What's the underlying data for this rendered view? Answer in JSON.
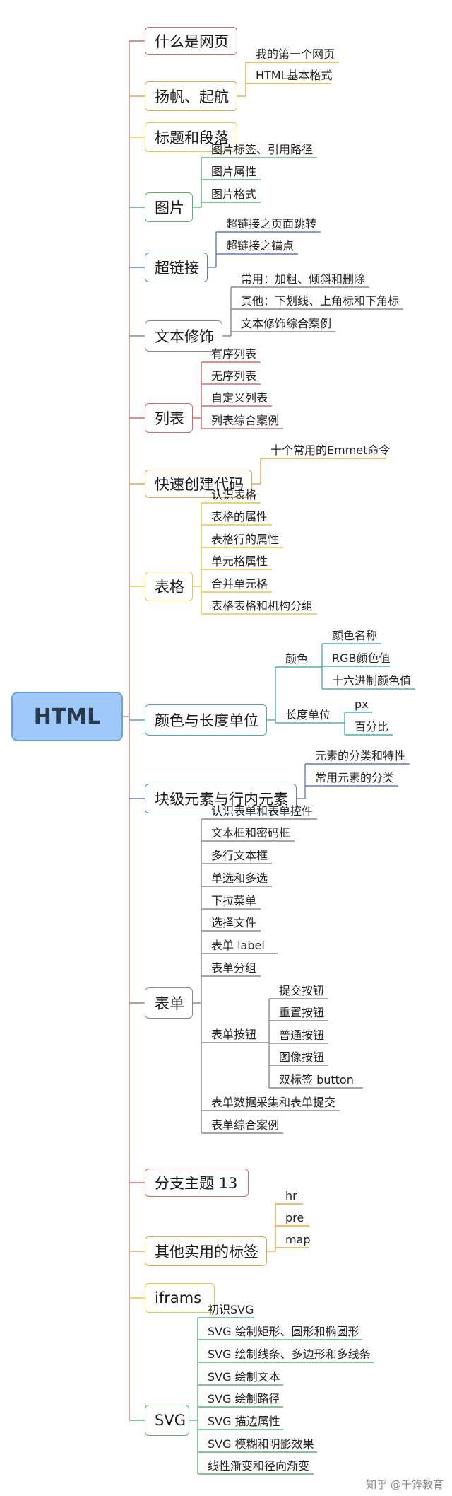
{
  "root": {
    "label": "HTML"
  },
  "watermark": "知乎 @千锋教育",
  "colors": {
    "root_fill": "#9fc9f8",
    "root_border": "#6f9fd8",
    "red": "#d46a6a",
    "orange": "#e8a64c",
    "yellow": "#e3c94a",
    "green": "#5fae76",
    "blue": "#5a7fb8",
    "teal": "#4bb0a8",
    "gray": "#8a8a8a"
  },
  "topics": [
    {
      "label": "什么是网页",
      "color": "red",
      "children": []
    },
    {
      "label": "扬帆、起航",
      "color": "orange",
      "children": [
        {
          "label": "我的第一个网页"
        },
        {
          "label": "HTML基本格式"
        }
      ]
    },
    {
      "label": "标题和段落",
      "color": "yellow",
      "children": []
    },
    {
      "label": "图片",
      "color": "green",
      "children": [
        {
          "label": "图片标签、引用路径"
        },
        {
          "label": "图片属性"
        },
        {
          "label": "图片格式"
        }
      ]
    },
    {
      "label": "超链接",
      "color": "blue",
      "children": [
        {
          "label": "超链接之页面跳转"
        },
        {
          "label": "超链接之锚点"
        }
      ]
    },
    {
      "label": "文本修饰",
      "color": "gray",
      "children": [
        {
          "label": "常用：加粗、倾斜和删除"
        },
        {
          "label": "其他：下划线、上角标和下角标"
        },
        {
          "label": "文本修饰综合案例"
        }
      ]
    },
    {
      "label": "列表",
      "color": "red",
      "children": [
        {
          "label": "有序列表"
        },
        {
          "label": "无序列表"
        },
        {
          "label": "自定义列表"
        },
        {
          "label": "列表综合案例"
        }
      ]
    },
    {
      "label": "快速创建代码",
      "color": "orange",
      "children": [
        {
          "label": "十个常用的Emmet命令"
        }
      ]
    },
    {
      "label": "表格",
      "color": "yellow",
      "children": [
        {
          "label": "认识表格"
        },
        {
          "label": "表格的属性"
        },
        {
          "label": "表格行的属性"
        },
        {
          "label": "单元格属性"
        },
        {
          "label": "合并单元格"
        },
        {
          "label": "表格表格和机构分组"
        }
      ]
    },
    {
      "label": "颜色与长度单位",
      "color": "teal",
      "children": [
        {
          "label": "颜色",
          "children": [
            {
              "label": "颜色名称"
            },
            {
              "label": "RGB颜色值"
            },
            {
              "label": "十六进制颜色值"
            }
          ]
        },
        {
          "label": "长度单位",
          "children": [
            {
              "label": "px"
            },
            {
              "label": "百分比"
            }
          ]
        }
      ]
    },
    {
      "label": "块级元素与行内元素",
      "color": "blue",
      "children": [
        {
          "label": "元素的分类和特性"
        },
        {
          "label": "常用元素的分类"
        }
      ]
    },
    {
      "label": "表单",
      "color": "gray",
      "children": [
        {
          "label": "认识表单和表单控件"
        },
        {
          "label": "文本框和密码框"
        },
        {
          "label": "多行文本框"
        },
        {
          "label": "单选和多选"
        },
        {
          "label": "下拉菜单"
        },
        {
          "label": "选择文件"
        },
        {
          "label": "表单 label"
        },
        {
          "label": "表单分组"
        },
        {
          "label": "表单按钮",
          "children": [
            {
              "label": "提交按钮"
            },
            {
              "label": "重置按钮"
            },
            {
              "label": "普通按钮"
            },
            {
              "label": "图像按钮"
            },
            {
              "label": "双标签 button"
            }
          ]
        },
        {
          "label": "表单数据采集和表单提交"
        },
        {
          "label": "表单综合案例"
        }
      ]
    },
    {
      "label": "分支主题 13",
      "color": "red",
      "children": []
    },
    {
      "label": "其他实用的标签",
      "color": "orange",
      "children": [
        {
          "label": "hr"
        },
        {
          "label": "pre"
        },
        {
          "label": "map"
        }
      ]
    },
    {
      "label": "iframs",
      "color": "yellow",
      "children": []
    },
    {
      "label": "SVG",
      "color": "green",
      "children": [
        {
          "label": "初识SVG"
        },
        {
          "label": "SVG 绘制矩形、圆形和椭圆形"
        },
        {
          "label": "SVG 绘制线条、多边形和多线条"
        },
        {
          "label": "SVG 绘制文本"
        },
        {
          "label": "SVG 绘制路径"
        },
        {
          "label": "SVG 描边属性"
        },
        {
          "label": "SVG 模糊和阴影效果"
        },
        {
          "label": "线性渐变和径向渐变"
        }
      ]
    }
  ]
}
